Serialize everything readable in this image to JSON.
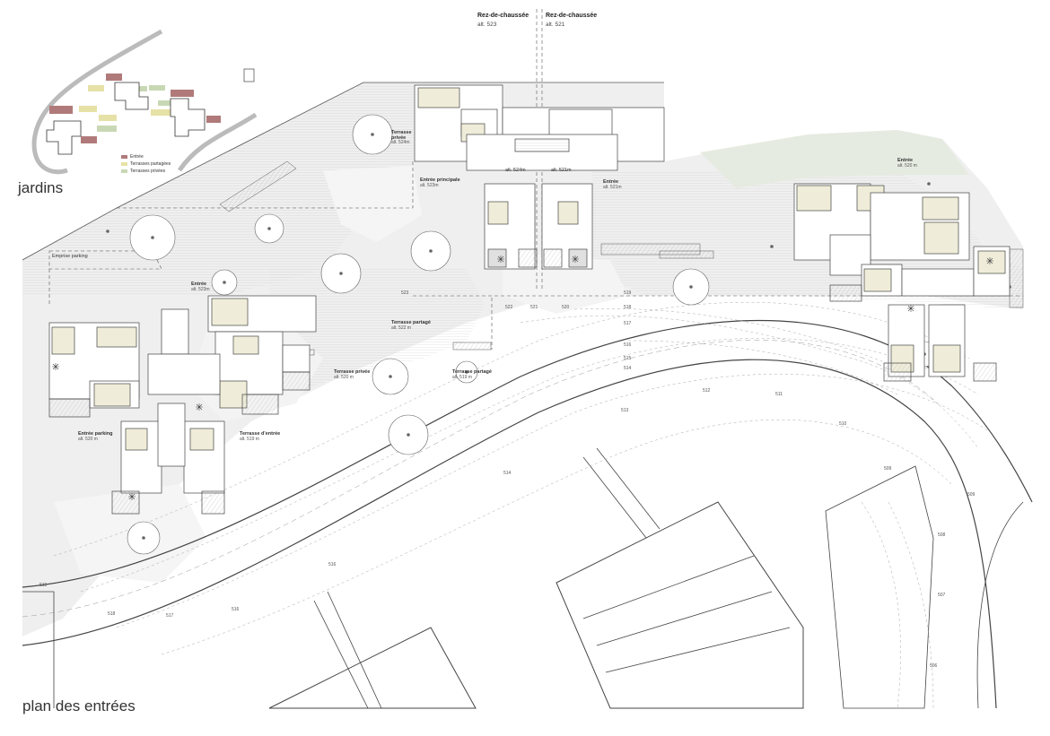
{
  "titles": {
    "jardins": "jardins",
    "plan": "plan des entrées"
  },
  "legend": {
    "items": [
      {
        "label": "Entrée",
        "color": "#b07a7a"
      },
      {
        "label": "Terrasses partagées",
        "color": "#e6e1a6"
      },
      {
        "label": "Terrasses privées",
        "color": "#c9d8b4"
      }
    ]
  },
  "headers": {
    "left": {
      "title": "Rez-de-chaussée",
      "alt": "alt. 523"
    },
    "right": {
      "title": "Rez-de-chaussée",
      "alt": "alt. 521"
    }
  },
  "labels": {
    "terrasse_privee_top": "Terrasse",
    "terrasse_privee_top2": "privée",
    "terrasse_privee_top_alt": "alt. 524m",
    "entree_principale": "Entrée principale",
    "entree_principale_alt": "alt. 523m",
    "alt_524m": "alt. 524m",
    "alt_521m": "alt. 521m",
    "entree_mid": "Entrée",
    "entree_mid_alt": "alt. 521m",
    "entree_right": "Entrée",
    "entree_right_alt": "alt. 520 m",
    "emprise_parking": "Emprise parking",
    "entree_left": "Entrée",
    "entree_left_alt": "alt. 523m",
    "terrasse_partage_1": "Terrasse partagé",
    "terrasse_partage_1_alt": "alt. 522 m",
    "terrasse_privee_2": "Terrasse privée",
    "terrasse_privee_2_alt": "alt. 520 m",
    "terrasse_partage_2": "Terrasse partagé",
    "terrasse_partage_2_alt": "alt. 519 m",
    "entree_parking": "Entrée parking",
    "entree_parking_alt": "alt. 520 m",
    "terrasse_entree": "Terrasse d'entrée",
    "terrasse_entree_alt": "alt. 519 m"
  },
  "contours": {
    "c523": "523",
    "c522": "522",
    "c521": "521",
    "c520": "520",
    "c519": "519",
    "c518": "518",
    "c517": "517",
    "c516": "516",
    "c515": "515",
    "c514": "514",
    "c513": "513",
    "c512": "512",
    "c511": "511",
    "c510": "510",
    "c509": "509",
    "c509b": "509",
    "c508": "508",
    "c507": "507",
    "c506": "506",
    "c514b": "514",
    "c516b": "516",
    "c517b": "517",
    "c518b": "518",
    "c519b": "519",
    "c516c": "516"
  },
  "colors": {
    "room_beige": "#efedd9",
    "entrance_rose": "#b07a7a",
    "shared_terrace": "#e6e1a6",
    "private_terrace": "#c9d8b4",
    "path_grey": "#e2e2e2",
    "lawn": "#f0f2ec"
  }
}
